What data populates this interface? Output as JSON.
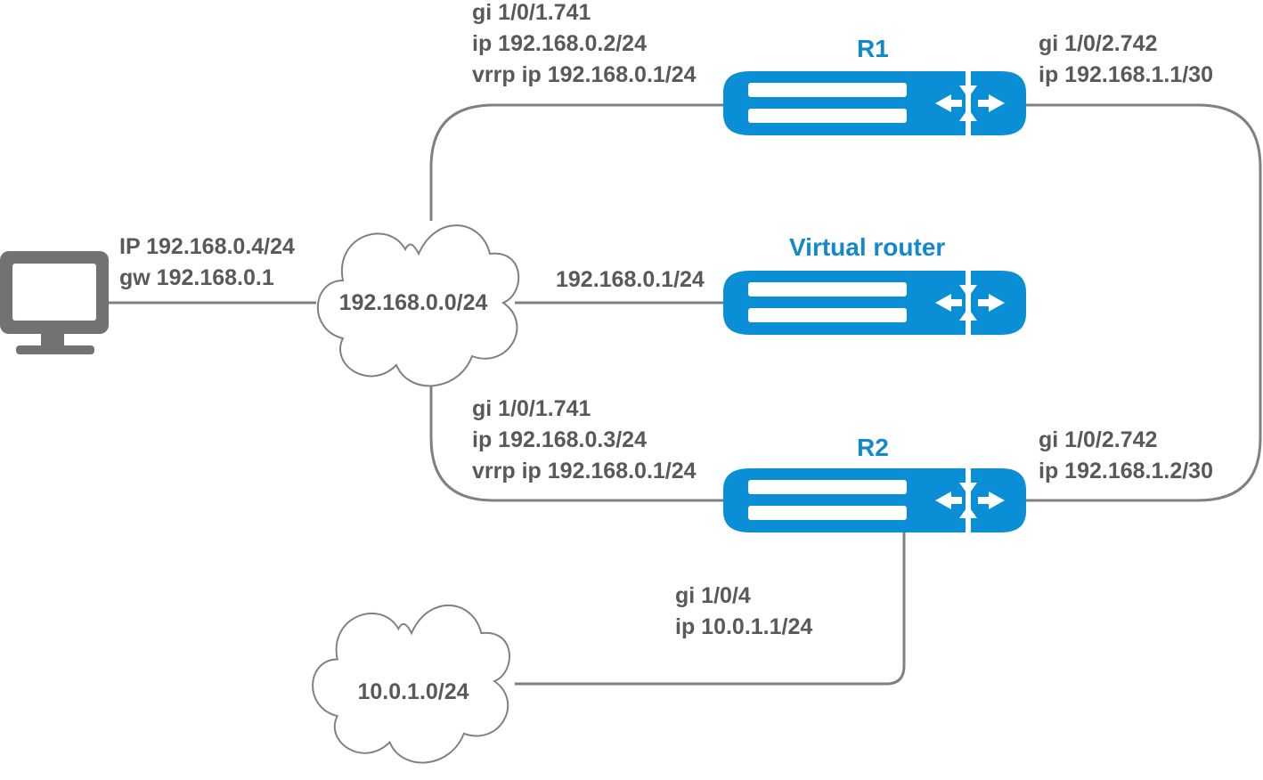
{
  "colors": {
    "router_fill": "#0a8fd6",
    "router_stripe": "#ffffff",
    "link_line": "#808080",
    "cloud_stroke": "#808080",
    "pc": "#727272",
    "label_text": "#595959",
    "title_text": "#1189cc"
  },
  "pc": {
    "icon": "monitor-icon",
    "ip": "IP 192.168.0.4/24",
    "gw": "gw 192.168.0.1"
  },
  "clouds": {
    "lan": {
      "subnet": "192.168.0.0/24"
    },
    "remote": {
      "subnet": "10.0.1.0/24"
    }
  },
  "routers": {
    "r1": {
      "name": "R1",
      "icon": "router-icon",
      "lan_if": [
        "gi 1/0/1.741",
        "ip 192.168.0.2/24",
        "vrrp ip 192.168.0.1/24"
      ],
      "wan_if": [
        "gi 1/0/2.742",
        "ip 192.168.1.1/30"
      ]
    },
    "virtual": {
      "name": "Virtual router",
      "icon": "router-icon",
      "lan_ip": "192.168.0.1/24"
    },
    "r2": {
      "name": "R2",
      "icon": "router-icon",
      "lan_if": [
        "gi 1/0/1.741",
        "ip 192.168.0.3/24",
        "vrrp ip 192.168.0.1/24"
      ],
      "wan_if": [
        "gi 1/0/2.742",
        "ip 192.168.1.2/30"
      ],
      "remote_if": [
        "gi 1/0/4",
        "ip 10.0.1.1/24"
      ]
    }
  }
}
